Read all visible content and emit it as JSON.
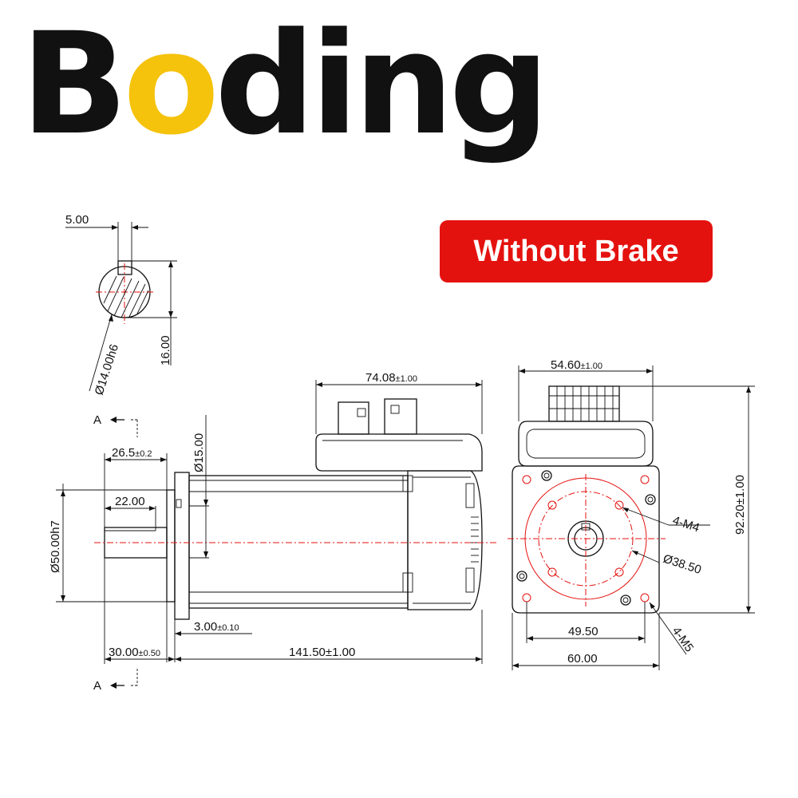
{
  "brand": {
    "logo_prefix": "B",
    "logo_o": "o",
    "logo_suffix": "ding",
    "accent_color": "#f5c20c"
  },
  "badge": {
    "label": "Without Brake",
    "color": "#e4120f"
  },
  "section_marks": {
    "top": "A",
    "bottom": "A"
  },
  "shaft_section": {
    "key_width": "5.00",
    "diameter": "Ø14.00h6",
    "key_height": "16.00"
  },
  "side_view": {
    "connector_length": {
      "value": "74.08",
      "tol": "±1.00"
    },
    "shaft_step_diameter": "Ø15.00",
    "shaft_length_a": {
      "value": "26.5",
      "tol": "±0.2"
    },
    "shaft_length_b": "22.00",
    "pilot_diameter": "Ø50.00h7",
    "flange_thickness": {
      "value": "3.00",
      "tol": "±0.10"
    },
    "shaft_extension": {
      "value": "30.00",
      "tol": "±0.50"
    },
    "body_length": "141.50±1.00"
  },
  "front_view": {
    "connector_width": {
      "value": "54.60",
      "tol": "±1.00"
    },
    "total_height": "92.20±1.00",
    "thread_m4": "4-M4",
    "pcd": "Ø38.50",
    "thread_m5": "4-M5",
    "hole_spacing": "49.50",
    "flange_width": "60.00"
  }
}
